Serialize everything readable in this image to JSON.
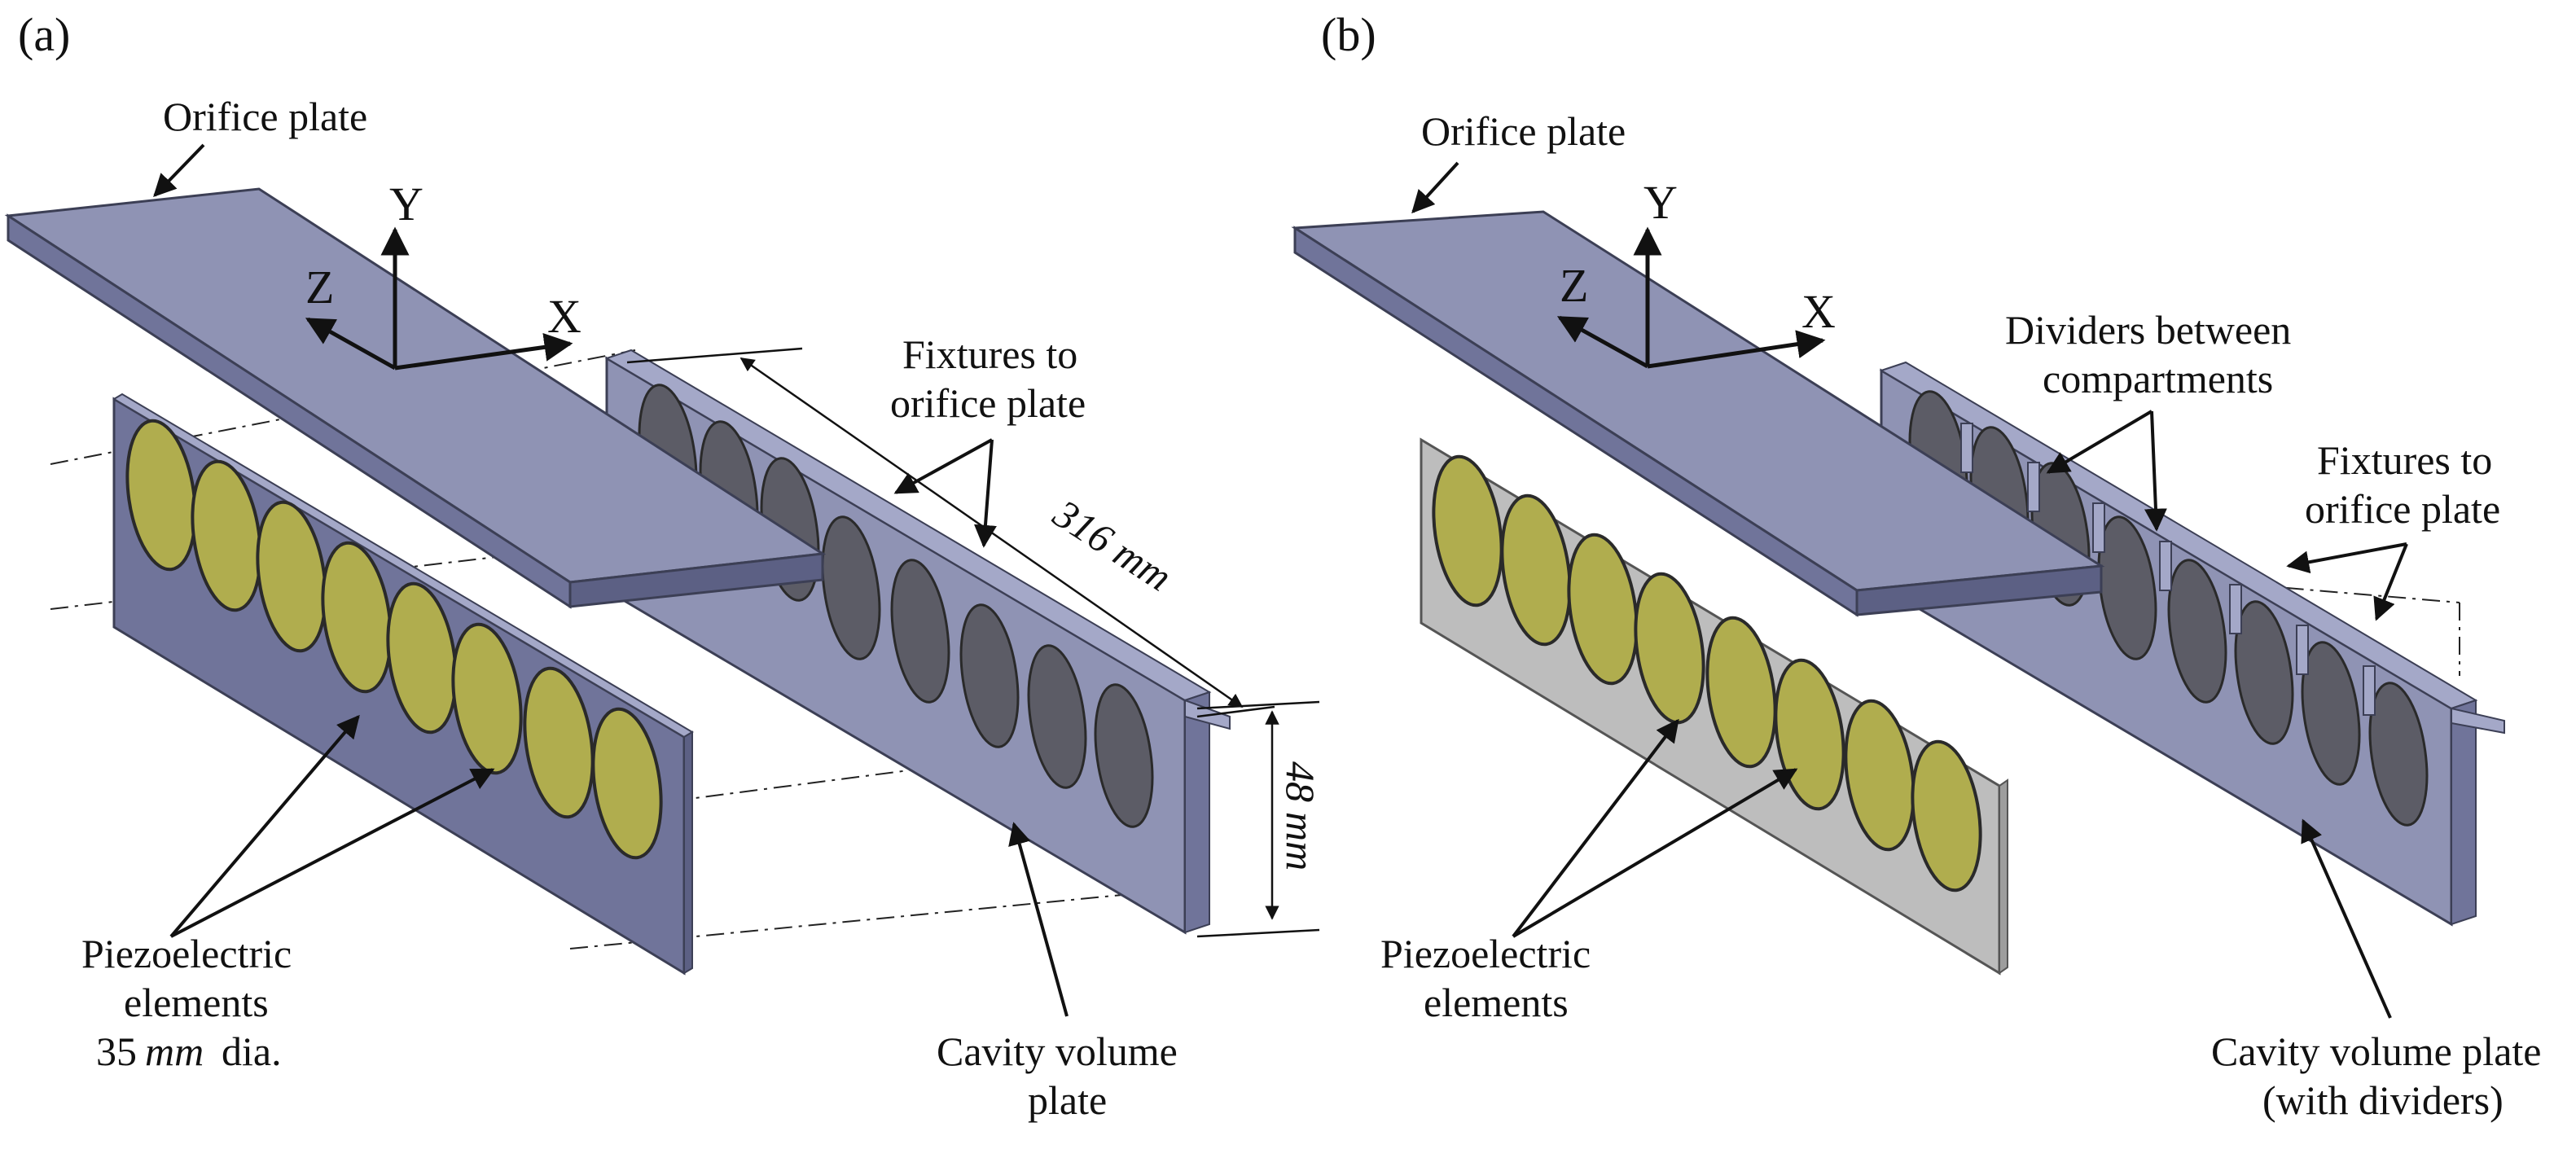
{
  "panels": {
    "a": {
      "panel_label": "(a)",
      "orifice_plate": "Orifice plate",
      "axis_y": "Y",
      "axis_x": "X",
      "axis_z": "Z",
      "fixtures_line1": "Fixtures to",
      "fixtures_line2": "orifice plate",
      "length_value": "316",
      "length_unit": "mm",
      "height_value": "48",
      "height_unit": "mm",
      "piezo_line1": "Piezoelectric",
      "piezo_line2": "elements",
      "piezo_dia_value": "35",
      "piezo_dia_unit": "mm",
      "piezo_dia_suffix": "dia.",
      "cavity_line1": "Cavity volume",
      "cavity_line2": "plate"
    },
    "b": {
      "panel_label": "(b)",
      "orifice_plate": "Orifice plate",
      "axis_y": "Y",
      "axis_x": "X",
      "axis_z": "Z",
      "dividers_line1": "Dividers between",
      "dividers_line2": "compartments",
      "fixtures_line1": "Fixtures to",
      "fixtures_line2": "orifice plate",
      "piezo_line1": "Piezoelectric",
      "piezo_line2": "elements",
      "cavity_line1": "Cavity volume plate",
      "cavity_line2": "(with dividers)"
    }
  },
  "colors": {
    "plate": "#8f93b4",
    "plate_dark": "#70749a",
    "plate_light": "#a4a8c8",
    "piezo": "#b0ad4e",
    "piezo_light": "#c6c368",
    "cavity_hole": "#5c5c66",
    "gray_plate": "#bdbdbd"
  }
}
